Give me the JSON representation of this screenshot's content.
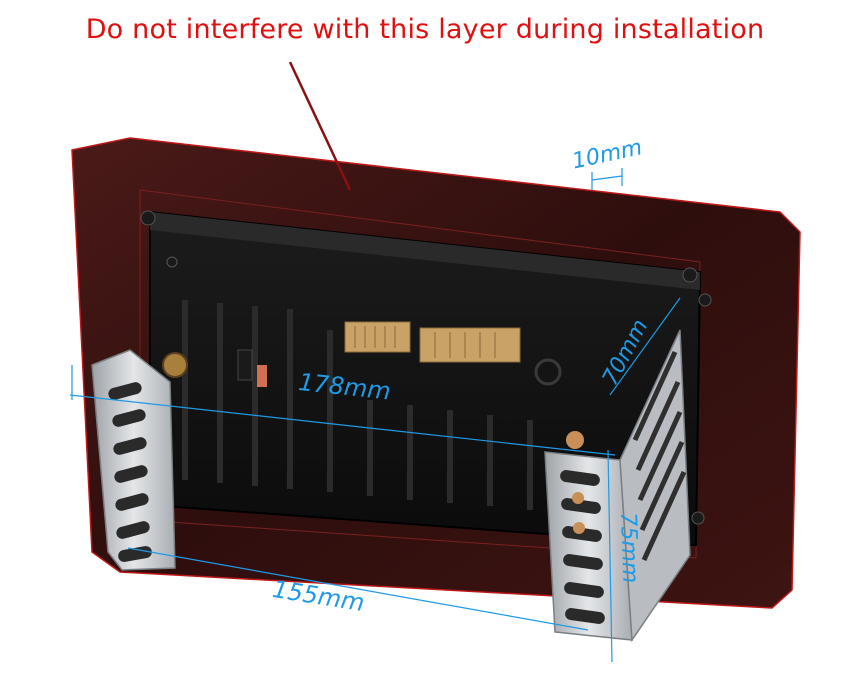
{
  "caption": "Do not interfere with this layer during installation",
  "dimensions": {
    "top_depth": "10mm",
    "width": "178mm",
    "height": "70mm",
    "bracket_depth": "75mm",
    "bracket_spacing": "155mm"
  },
  "colors": {
    "caption": "#e01010",
    "dimension_lines": "#1e9ae6",
    "panel": "#3a1212",
    "bracket": "#c9ccd0"
  }
}
